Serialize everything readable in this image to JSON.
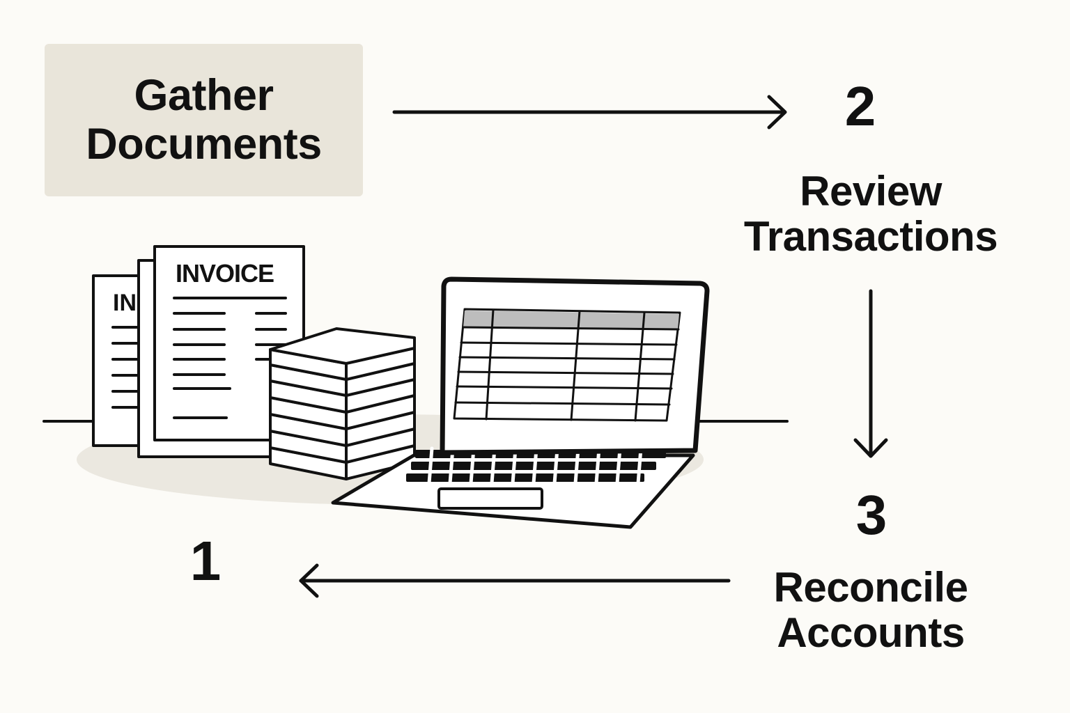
{
  "steps": [
    {
      "number": "1",
      "title_line1": "Gather",
      "title_line2": "Documents"
    },
    {
      "number": "2",
      "title_line1": "Review",
      "title_line2": "Transactions"
    },
    {
      "number": "3",
      "title_line1": "Reconcile",
      "title_line2": "Accounts"
    }
  ],
  "illustration": {
    "invoice_front_text": "INVOICE",
    "invoice_back_text": "IN"
  },
  "colors": {
    "background": "#fcfbf7",
    "box_fill": "#e9e5da",
    "ink": "#111111",
    "shadow": "#ebe8e0"
  }
}
